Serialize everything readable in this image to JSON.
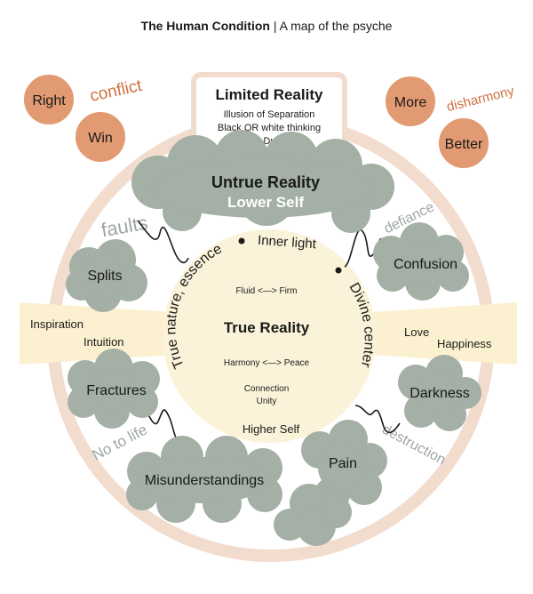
{
  "title": {
    "bold": "The Human Condition",
    "separator": " | ",
    "rest": "A map of the psyche"
  },
  "colors": {
    "ring": "#f2dccd",
    "core": "#fbf3d9",
    "banner": "#fbf0cf",
    "cloud": "#a4afa5",
    "bubble": "#e29a72",
    "ring_text": "#9ea6a4",
    "orange_text": "#cf6f3f",
    "dark_text": "#1a1a1a",
    "white_text": "#ffffff"
  },
  "limited_reality": {
    "title": "Limited Reality",
    "line1": "Illusion of Separation",
    "line2": "Black OR white thinking",
    "line3": "—> Duality"
  },
  "bubbles": {
    "right": "Right",
    "win": "Win",
    "more": "More",
    "better": "Better"
  },
  "tension_words": {
    "conflict": "conflict",
    "disharmony": "disharmony",
    "faults": "faults",
    "defiance": "defiance",
    "no_to_life": "No to life",
    "destruction": "destruction"
  },
  "untrue_reality": {
    "title": "Untrue Reality",
    "subtitle": "Lower Self"
  },
  "clouds": {
    "splits": "Splits",
    "confusion": "Confusion",
    "fractures": "Fractures",
    "darkness": "Darkness",
    "misunderstandings": "Misunderstandings",
    "pain": "Pain"
  },
  "banners": {
    "left_line1": "Inspiration",
    "left_line2": "Intuition",
    "right_line1": "Love",
    "right_line2": "Happiness"
  },
  "core": {
    "arc_left": "True nature, essence",
    "arc_top": "Inner light",
    "arc_right": "Divine center",
    "fluid_firm": "Fluid <—> Firm",
    "title": "True Reality",
    "harmony_peace": "Harmony <—> Peace",
    "connection": "Connection",
    "unity": "Unity",
    "higher_self": "Higher Self"
  }
}
